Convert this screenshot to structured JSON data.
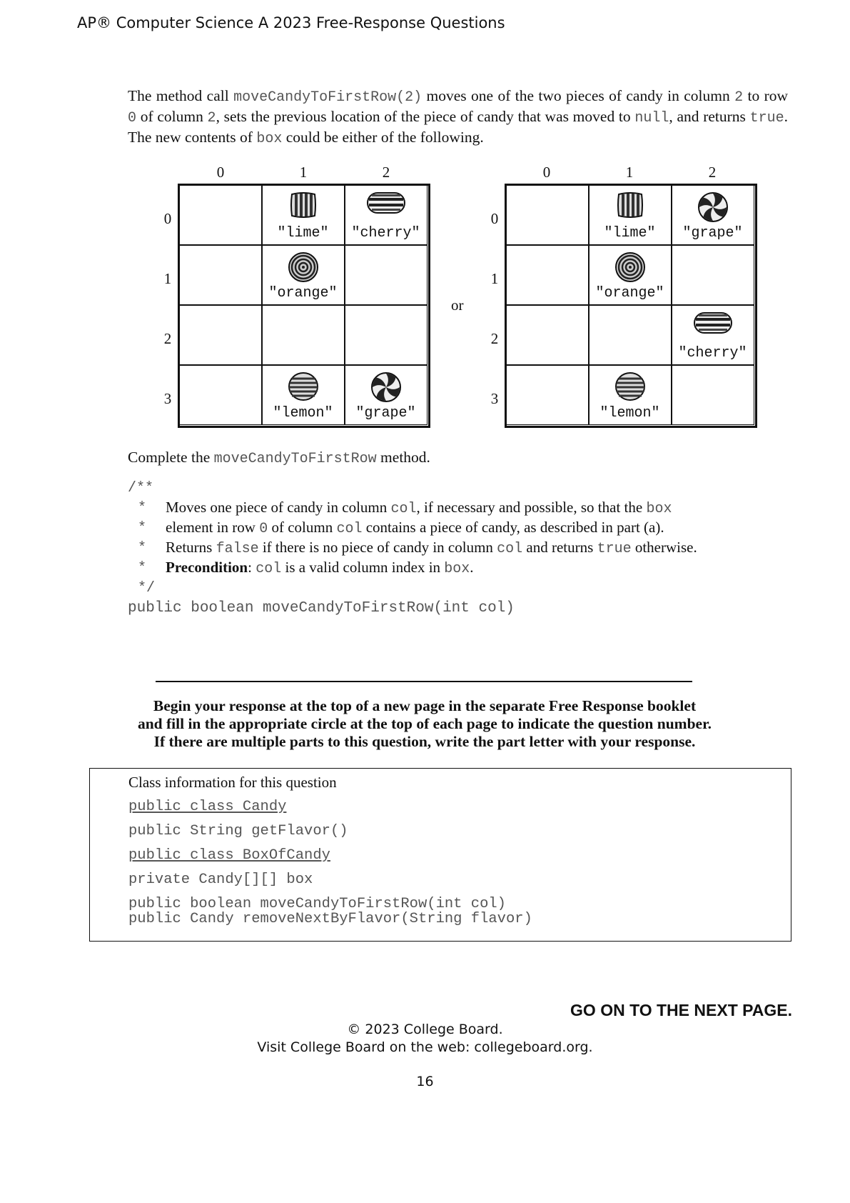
{
  "header": {
    "title": "AP® Computer Science A 2023 Free-Response Questions"
  },
  "intro": {
    "t1": "The method call ",
    "c1": "moveCandyToFirstRow(2)",
    "t2": " moves one of the two pieces of candy in column ",
    "c2": "2",
    "t3": " to row ",
    "c3": "0",
    "t4": " of column ",
    "c4": "2",
    "t5": ", sets the previous location of the piece of candy that was moved to ",
    "c5": "null",
    "t6": ", and returns ",
    "c6": "true",
    "t7": ". The new contents of ",
    "c7": "box",
    "t8": " could be either of the following."
  },
  "grids": {
    "col_headers": [
      "0",
      "1",
      "2"
    ],
    "row_headers": [
      "0",
      "1",
      "2",
      "3"
    ],
    "or_label": "or",
    "left": [
      {
        "row": 0,
        "col": 1,
        "label": "\"lime\"",
        "icon": "lime-candy-icon"
      },
      {
        "row": 0,
        "col": 2,
        "label": "\"cherry\"",
        "icon": "cherry-candy-icon"
      },
      {
        "row": 1,
        "col": 1,
        "label": "\"orange\"",
        "icon": "orange-candy-icon"
      },
      {
        "row": 3,
        "col": 1,
        "label": "\"lemon\"",
        "icon": "lemon-candy-icon"
      },
      {
        "row": 3,
        "col": 2,
        "label": "\"grape\"",
        "icon": "grape-candy-icon"
      }
    ],
    "right": [
      {
        "row": 0,
        "col": 1,
        "label": "\"lime\"",
        "icon": "lime-candy-icon"
      },
      {
        "row": 0,
        "col": 2,
        "label": "\"grape\"",
        "icon": "grape-candy-icon"
      },
      {
        "row": 1,
        "col": 1,
        "label": "\"orange\"",
        "icon": "orange-candy-icon"
      },
      {
        "row": 2,
        "col": 2,
        "label": "\"cherry\"",
        "icon": "cherry-candy-icon"
      },
      {
        "row": 3,
        "col": 1,
        "label": "\"lemon\"",
        "icon": "lemon-candy-icon"
      }
    ]
  },
  "complete": {
    "t1": "Complete  the ",
    "c1": "moveCandyToFirstRow",
    "t2": " method."
  },
  "javadoc": {
    "open": "/**",
    "star": "*",
    "l1_t1": "Moves one piece of candy in column ",
    "l1_c1": "col",
    "l1_t2": ",  if necessary and possible, so that the ",
    "l1_c2": "box",
    "l2_t1": "element in row ",
    "l2_c1": "0",
    "l2_t2": " of column ",
    "l2_c2": "col",
    "l2_t3": " contains a piece of candy, as described in part (a).",
    "l3_t1": "Returns ",
    "l3_c1": "false",
    "l3_t2": " if there is no piece of candy in column ",
    "l3_c2": "col",
    "l3_t3": " and returns ",
    "l3_c3": "true",
    "l3_t4": " otherwise.",
    "l4_b": "Precondition",
    "l4_t1": ":  ",
    "l4_c1": "col",
    "l4_t2": " is a valid column index in ",
    "l4_c2": "box",
    "l4_t3": ".",
    "close": "*/",
    "signature": "public boolean moveCandyToFirstRow(int col)"
  },
  "instructions": {
    "line1": "Begin your response at the top of a new page in the separate Free Response booklet",
    "line2": "and fill in the appropriate circle at the top of each page to indicate the question number.",
    "line3": "If there are multiple parts to this question, write the part letter with your response."
  },
  "class_info": {
    "heading": "Class information for this question",
    "class1": "public class Candy",
    "class1_method": "public String getFlavor()",
    "class2": "public class BoxOfCandy",
    "class2_field": "private Candy[][] box",
    "class2_method1": "public boolean moveCandyToFirstRow(int col)",
    "class2_method2": "public Candy removeNextByFlavor(String flavor)"
  },
  "footer": {
    "next_page": "GO ON TO THE NEXT PAGE.",
    "copyright": "© 2023 College Board.",
    "visit": "Visit College Board on the web: collegeboard.org.",
    "page_number": "16"
  }
}
